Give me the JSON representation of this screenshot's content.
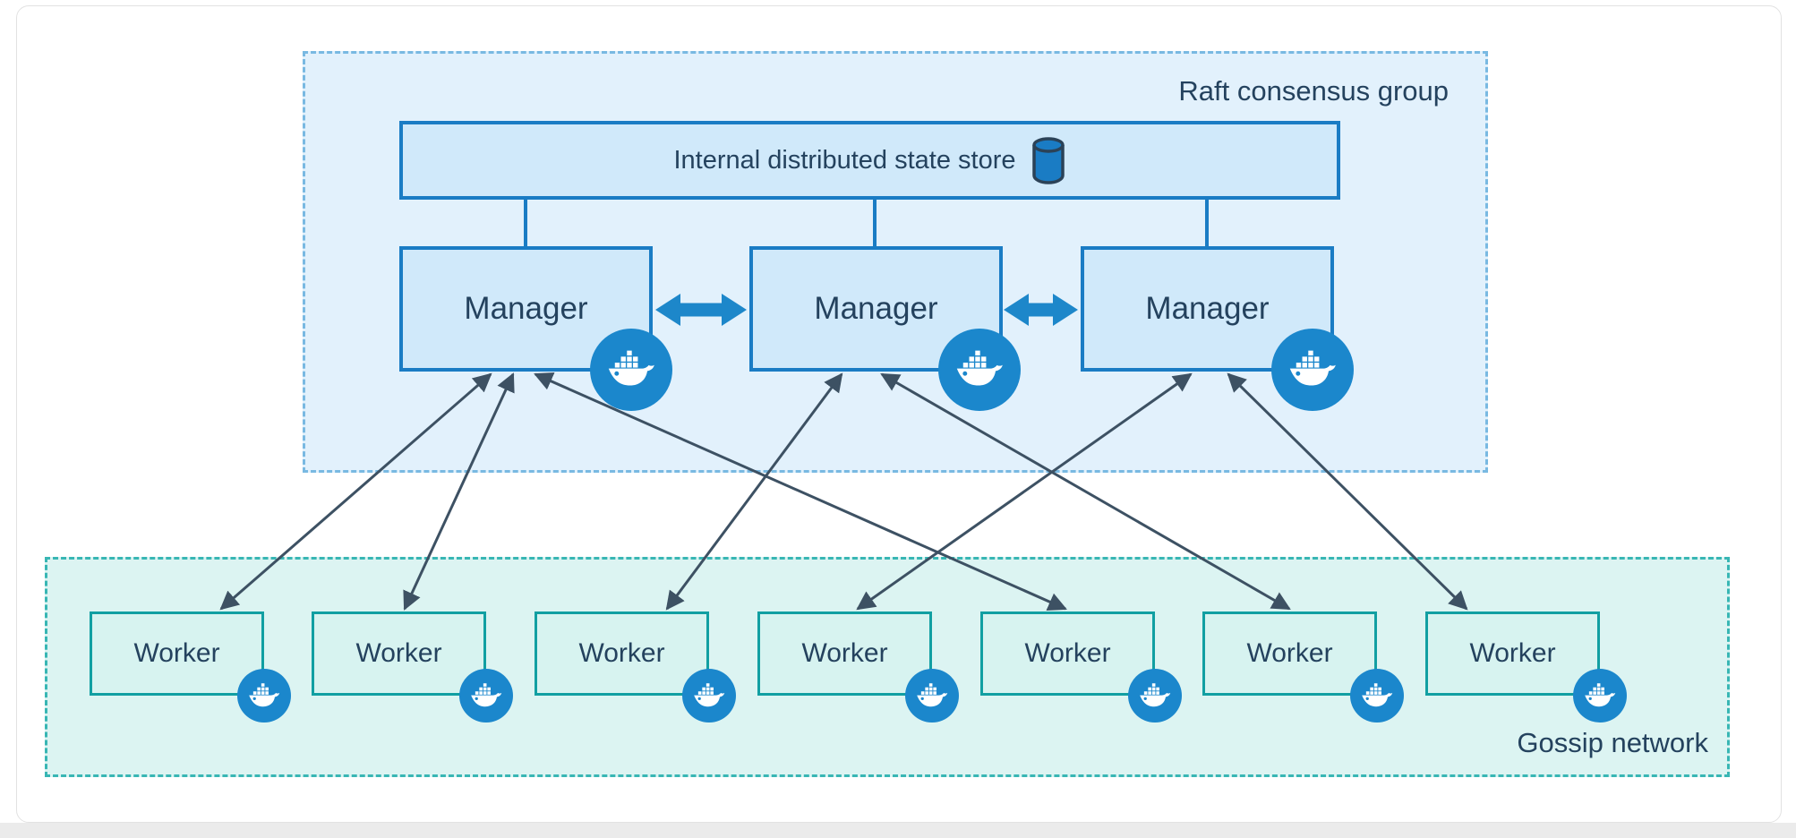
{
  "diagram": {
    "type": "architecture-diagram",
    "subject": "Docker Swarm mode architecture",
    "raft_group": {
      "label": "Raft consensus group",
      "state_store": {
        "label": "Internal distributed state store",
        "icon": "database-cylinder-icon"
      },
      "managers": [
        {
          "id": "manager-1",
          "label": "Manager",
          "icon": "docker-whale-icon"
        },
        {
          "id": "manager-2",
          "label": "Manager",
          "icon": "docker-whale-icon"
        },
        {
          "id": "manager-3",
          "label": "Manager",
          "icon": "docker-whale-icon"
        }
      ],
      "manager_links": [
        {
          "from": "manager-1",
          "to": "manager-2",
          "style": "thick-double-arrow"
        },
        {
          "from": "manager-2",
          "to": "manager-3",
          "style": "thick-double-arrow"
        }
      ]
    },
    "gossip_network": {
      "label": "Gossip network",
      "workers": [
        {
          "id": "worker-1",
          "label": "Worker",
          "icon": "docker-whale-icon"
        },
        {
          "id": "worker-2",
          "label": "Worker",
          "icon": "docker-whale-icon"
        },
        {
          "id": "worker-3",
          "label": "Worker",
          "icon": "docker-whale-icon"
        },
        {
          "id": "worker-4",
          "label": "Worker",
          "icon": "docker-whale-icon"
        },
        {
          "id": "worker-5",
          "label": "Worker",
          "icon": "docker-whale-icon"
        },
        {
          "id": "worker-6",
          "label": "Worker",
          "icon": "docker-whale-icon"
        },
        {
          "id": "worker-7",
          "label": "Worker",
          "icon": "docker-whale-icon"
        }
      ]
    },
    "manager_worker_links": [
      {
        "from": "manager-1",
        "to": "worker-1",
        "style": "thin-double-arrow"
      },
      {
        "from": "manager-1",
        "to": "worker-2",
        "style": "thin-double-arrow"
      },
      {
        "from": "manager-1",
        "to": "worker-5",
        "style": "thin-double-arrow"
      },
      {
        "from": "manager-2",
        "to": "worker-3",
        "style": "thin-double-arrow"
      },
      {
        "from": "manager-2",
        "to": "worker-6",
        "style": "thin-double-arrow"
      },
      {
        "from": "manager-3",
        "to": "worker-4",
        "style": "thin-double-arrow"
      },
      {
        "from": "manager-3",
        "to": "worker-7",
        "style": "thin-double-arrow"
      }
    ],
    "colors": {
      "raft_region_fill": "#e2f1fc",
      "raft_region_border": "#79b9e2",
      "gossip_region_fill": "#dcf4f2",
      "gossip_region_border": "#38b6b4",
      "blue_box_fill": "#d0e9fa",
      "blue_box_border": "#1a7cc4",
      "worker_box_fill": "#d7f3f0",
      "worker_box_border": "#119fa2",
      "thick_arrow": "#1d87ca",
      "thin_arrow": "#3d5163",
      "docker_badge": "#1b87cc",
      "text": "#24425e"
    }
  }
}
